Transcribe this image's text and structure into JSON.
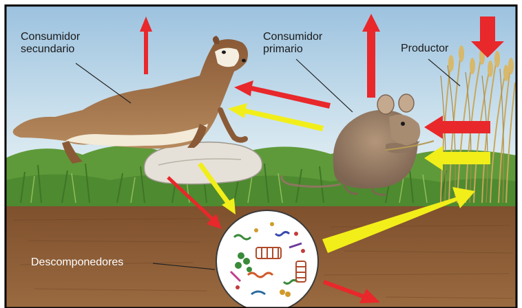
{
  "labels": {
    "secondary_consumer": [
      "Consumidor",
      "secundario"
    ],
    "primary_consumer": [
      "Consumidor",
      "primario"
    ],
    "producer": "Productor",
    "decomposers": "Descomponedores"
  },
  "colors": {
    "energy_arrow": "#e8282b",
    "matter_arrow": "#f2ee1a",
    "sky_top": "#9fc4e0",
    "sky_bottom": "#e8f2f6",
    "grass": "#5f9a3a",
    "soil": "#8a5a34",
    "frame": "#000000"
  }
}
